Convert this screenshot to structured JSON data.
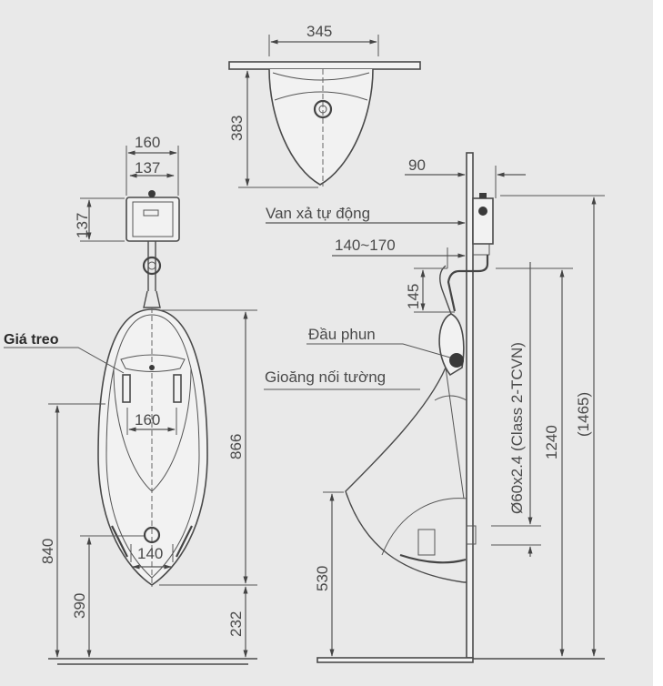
{
  "diagram": {
    "title": "Urinal technical drawing with automatic flush valve",
    "background_color": "#e9e9e9",
    "line_color": "#4a4a4a",
    "views": {
      "top_view": {
        "width_dim": "345",
        "depth_dim": "383"
      },
      "front_view": {
        "valve_outer_width": "160",
        "valve_inner_width": "137",
        "valve_height": "137",
        "bracket_spacing": "160",
        "outlet_spacing": "140",
        "body_height": "866",
        "bracket_height_from_floor": "840",
        "outlet_height_from_floor": "390",
        "bottom_clearance": "232",
        "bracket_label": "Giá treo"
      },
      "side_view": {
        "valve_depth": "90",
        "valve_label": "Van xả tự động",
        "projection_range": "140~170",
        "spreader_height": "145",
        "spreader_label": "Đầu phun",
        "gasket_label": "Gioăng nối tường",
        "rim_height": "530",
        "pipe_spec": "Ø60x2.4 (Class 2-TCVN)",
        "inlet_height": "1240",
        "total_height": "(1465)"
      }
    }
  }
}
